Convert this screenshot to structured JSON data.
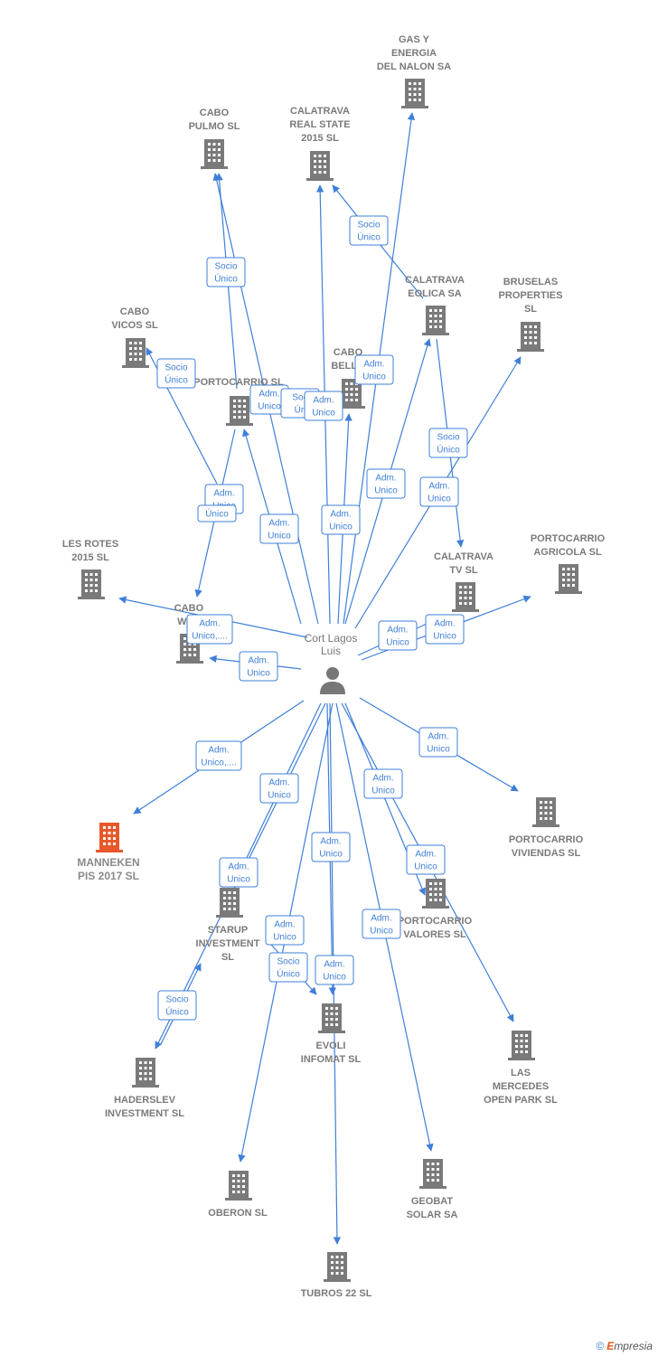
{
  "center": {
    "label_lines": [
      "Cort Lagos",
      "Luis"
    ],
    "icon": "person-icon"
  },
  "nodes": [
    {
      "id": "gas",
      "lines": [
        "GAS Y",
        "ENERGIA",
        "DEL NALON SA"
      ]
    },
    {
      "id": "cabo_pulmo",
      "lines": [
        "CABO",
        "PULMO  SL"
      ]
    },
    {
      "id": "calatrava_rs",
      "lines": [
        "CALATRAVA",
        "REAL STATE",
        "2015  SL"
      ]
    },
    {
      "id": "calatrava_eolica",
      "lines": [
        "CALATRAVA",
        "EOLICA SA"
      ]
    },
    {
      "id": "bruselas",
      "lines": [
        "BRUSELAS",
        "PROPERTIES",
        "SL"
      ]
    },
    {
      "id": "cabo_vicos",
      "lines": [
        "CABO",
        "VICOS  SL"
      ]
    },
    {
      "id": "cabo_bello",
      "lines": [
        "CABO",
        "BELLO"
      ]
    },
    {
      "id": "portocarrio_sl",
      "lines": [
        "PORTOCARRIO SL"
      ]
    },
    {
      "id": "les_rotes",
      "lines": [
        "LES ROTES",
        "2015  SL"
      ]
    },
    {
      "id": "cabo_wab",
      "lines": [
        "CABO",
        "WAB"
      ]
    },
    {
      "id": "calatrava_tv",
      "lines": [
        "CALATRAVA",
        "TV  SL"
      ]
    },
    {
      "id": "portocarrio_agricola",
      "lines": [
        "PORTOCARRIO",
        "AGRICOLA SL"
      ]
    },
    {
      "id": "manneken",
      "lines": [
        "MANNEKEN",
        "PIS 2017  SL"
      ]
    },
    {
      "id": "portocarrio_viviendas",
      "lines": [
        "PORTOCARRIO",
        "VIVIENDAS SL"
      ]
    },
    {
      "id": "starup",
      "lines": [
        "STARUP",
        "INVESTMENT",
        "SL"
      ]
    },
    {
      "id": "portocarrio_valores",
      "lines": [
        "PORTOCARRIO",
        "VALORES SL"
      ]
    },
    {
      "id": "haderslev",
      "lines": [
        "HADERSLEV",
        "INVESTMENT SL"
      ]
    },
    {
      "id": "evoli",
      "lines": [
        "EVOLI",
        "INFOMAT  SL"
      ]
    },
    {
      "id": "las_mercedes",
      "lines": [
        "LAS",
        "MERCEDES",
        "OPEN PARK  SL"
      ]
    },
    {
      "id": "oberon",
      "lines": [
        "OBERON SL"
      ]
    },
    {
      "id": "geobat",
      "lines": [
        "GEOBAT",
        "SOLAR SA"
      ]
    },
    {
      "id": "tubros",
      "lines": [
        "TUBROS 22  SL"
      ]
    }
  ],
  "relations": [
    {
      "id": "r1",
      "lines": [
        "Socio",
        "Único"
      ]
    },
    {
      "id": "r2",
      "lines": [
        "Socio",
        "Único"
      ]
    },
    {
      "id": "r3",
      "lines": [
        "Socio",
        "Único"
      ]
    },
    {
      "id": "r4",
      "lines": [
        "Adm.",
        "Unico"
      ]
    },
    {
      "id": "r5",
      "lines": [
        "Adm.",
        "Unico"
      ]
    },
    {
      "id": "r6",
      "lines": [
        "Soc",
        "Ún"
      ]
    },
    {
      "id": "r7",
      "lines": [
        "Adm.",
        "Unico"
      ]
    },
    {
      "id": "r8",
      "lines": [
        "Socio",
        "Único"
      ]
    },
    {
      "id": "r9",
      "lines": [
        "Adm.",
        "Unico"
      ]
    },
    {
      "id": "r10",
      "lines": [
        "Adm.",
        "Unico"
      ]
    },
    {
      "id": "r11",
      "lines": [
        "Adm.",
        "Unico"
      ]
    },
    {
      "id": "r12",
      "lines": [
        "Único"
      ]
    },
    {
      "id": "r13",
      "lines": [
        "Adm.",
        "Unico"
      ]
    },
    {
      "id": "r14",
      "lines": [
        "Adm.",
        "Unico"
      ]
    },
    {
      "id": "r15",
      "lines": [
        "Adm.",
        "Unico,...."
      ]
    },
    {
      "id": "r16",
      "lines": [
        "Adm.",
        "Unico"
      ]
    },
    {
      "id": "r17",
      "lines": [
        "Adm.",
        "Unico"
      ]
    },
    {
      "id": "r18",
      "lines": [
        "Adm.",
        "Unico"
      ]
    },
    {
      "id": "r19",
      "lines": [
        "Adm.",
        "Unico,...."
      ]
    },
    {
      "id": "r20",
      "lines": [
        "Adm.",
        "Unico"
      ]
    },
    {
      "id": "r21",
      "lines": [
        "Adm.",
        "Unico"
      ]
    },
    {
      "id": "r22",
      "lines": [
        "Adm.",
        "Unico"
      ]
    },
    {
      "id": "r23",
      "lines": [
        "Adm.",
        "Unico"
      ]
    },
    {
      "id": "r24",
      "lines": [
        "Adm.",
        "Unico"
      ]
    },
    {
      "id": "r25",
      "lines": [
        "Adm.",
        "Unico"
      ]
    },
    {
      "id": "r26",
      "lines": [
        "Adm.",
        "Unico"
      ]
    },
    {
      "id": "r27",
      "lines": [
        "Adm.",
        "Unico"
      ]
    },
    {
      "id": "r28",
      "lines": [
        "Socio",
        "Único"
      ]
    },
    {
      "id": "r29",
      "lines": [
        "Socio",
        "Único"
      ]
    },
    {
      "id": "r30",
      "lines": [
        "Adm.",
        "Unico"
      ]
    }
  ],
  "colors": {
    "edge": "#3f7fd8",
    "building": "#7a7a7a",
    "focus_building": "#e8582a",
    "person": "#777777"
  },
  "footer": {
    "copyright": "©",
    "brand": "mpresia",
    "brand_initial": "E"
  }
}
